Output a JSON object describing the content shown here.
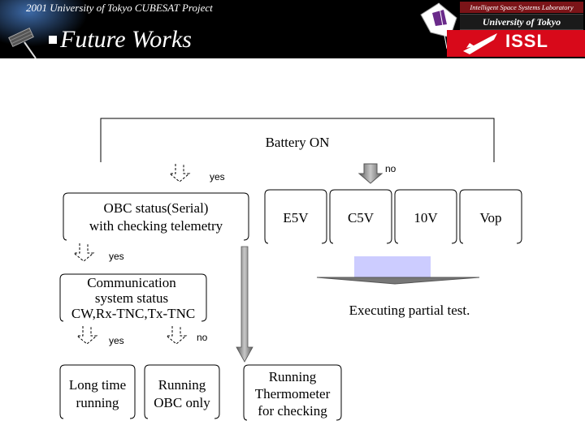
{
  "header": {
    "tagline": "2001 University of Tokyo CUBESAT Project",
    "title": "Future Works"
  },
  "logo": {
    "lab": "Intelligent Space Systems Laboratory",
    "university": "University of Tokyo",
    "short": "ISSL"
  },
  "diagram": {
    "battery": "Battery ON",
    "obc_line1": "OBC status(Serial)",
    "obc_line2": "with checking telemetry",
    "voltages": [
      "E5V",
      "C5V",
      "10V",
      "Vop"
    ],
    "comm_line1": "Communication",
    "comm_line2": "system status",
    "comm_line3": "CW,Rx-TNC,Tx-TNC",
    "partial": "Executing partial test.",
    "long_line1": "Long time",
    "long_line2": "running",
    "obc_only_line1": "Running",
    "obc_only_line2": "OBC only",
    "thermo_line1": "Running",
    "thermo_line2": "Thermometer",
    "thermo_line3": "for checking",
    "yes": "yes",
    "no": "no"
  },
  "colors": {
    "header_bg": "#000000",
    "logo_red": "#d8091a",
    "arrow_gray": "#9a9a9a",
    "partial_fill": "#ccccff"
  }
}
